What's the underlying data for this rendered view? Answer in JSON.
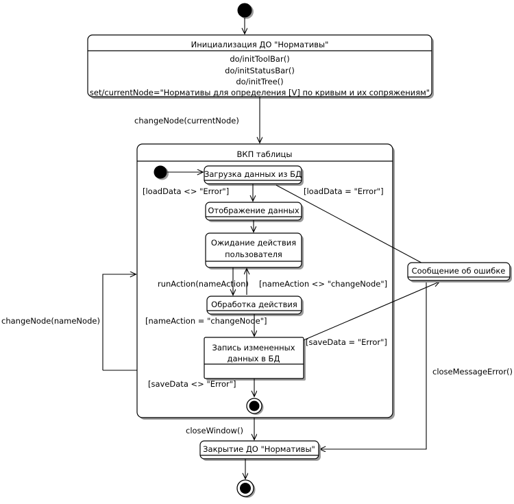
{
  "diagram": {
    "type": "uml-state-machine",
    "title": "",
    "language": "ru",
    "nodes": {
      "start": {
        "kind": "initial-state",
        "label": ""
      },
      "init_state": {
        "kind": "state",
        "name": "Инициализация ДО \"Нормативы\"",
        "activities": [
          "do/initToolBar()",
          "do/initStatusBar()",
          "do/initTree()",
          "set/currentNode=\"Нормативы для определения [V] по кривым и их сопряжениям\""
        ]
      },
      "composite": {
        "kind": "composite-state",
        "name": "ВКП таблицы"
      },
      "inner_start": {
        "kind": "initial-state",
        "label": ""
      },
      "load_data": {
        "kind": "state",
        "name": "Загрузка данных из БД"
      },
      "show_data": {
        "kind": "state",
        "name": "Отображение данных"
      },
      "wait_user": {
        "kind": "state",
        "name": "Ожидание действия пользователя",
        "name_line1": "Ожидание действия",
        "name_line2": "пользователя"
      },
      "process_action": {
        "kind": "state",
        "name": "Обработка действия"
      },
      "save_data": {
        "kind": "state",
        "name": "Запись измененных данных в БД",
        "name_line1": "Запись измененных",
        "name_line2": "данных в БД"
      },
      "inner_final": {
        "kind": "final-state",
        "label": ""
      },
      "error_message": {
        "kind": "state",
        "name": "Сообщение об ошибке"
      },
      "close_state": {
        "kind": "state",
        "name": "Закрытие ДО \"Нормативы\""
      },
      "final": {
        "kind": "final-state",
        "label": ""
      }
    },
    "transitions": [
      {
        "from": "start",
        "to": "init_state",
        "label": ""
      },
      {
        "from": "init_state",
        "to": "composite",
        "label": "changeNode(currentNode)"
      },
      {
        "from": "inner_start",
        "to": "load_data",
        "label": ""
      },
      {
        "from": "load_data",
        "to": "show_data",
        "label": "[loadData <> \"Error\"]"
      },
      {
        "from": "load_data",
        "to": "error_message",
        "label": "[loadData = \"Error\"]"
      },
      {
        "from": "show_data",
        "to": "wait_user",
        "label": ""
      },
      {
        "from": "wait_user",
        "to": "process_action",
        "label": "runAction(nameAction)"
      },
      {
        "from": "process_action",
        "to": "wait_user",
        "label": "[nameAction <> \"changeNode\"]"
      },
      {
        "from": "process_action",
        "to": "save_data",
        "label": "[nameAction = \"changeNode\"]"
      },
      {
        "from": "save_data",
        "to": "error_message",
        "label": "[saveData = \"Error\"]"
      },
      {
        "from": "save_data",
        "to": "inner_final",
        "label": "[saveData <> \"Error\"]"
      },
      {
        "from": "composite",
        "to": "composite",
        "label": "changeNode(nameNode)"
      },
      {
        "from": "composite",
        "to": "close_state",
        "label": "closeWindow()"
      },
      {
        "from": "error_message",
        "to": "close_state",
        "label": "closeMessageError()"
      },
      {
        "from": "close_state",
        "to": "final",
        "label": ""
      }
    ],
    "labels": {
      "change_node_current": "changeNode(currentNode)",
      "change_node_name": "changeNode(nameNode)",
      "load_ok": "[loadData <> \"Error\"]",
      "load_err": "[loadData = \"Error\"]",
      "run_action": "runAction(nameAction)",
      "name_action_ne": "[nameAction <> \"changeNode\"]",
      "name_action_eq": "[nameAction = \"changeNode\"]",
      "save_err": "[saveData = \"Error\"]",
      "save_ok": "[saveData <> \"Error\"]",
      "close_window": "closeWindow()",
      "close_message_error": "closeMessageError()"
    },
    "colors": {
      "background": "#ffffff",
      "stroke": "#000000",
      "fill": "#ffffff",
      "shadow": "#9a9a9a"
    }
  }
}
